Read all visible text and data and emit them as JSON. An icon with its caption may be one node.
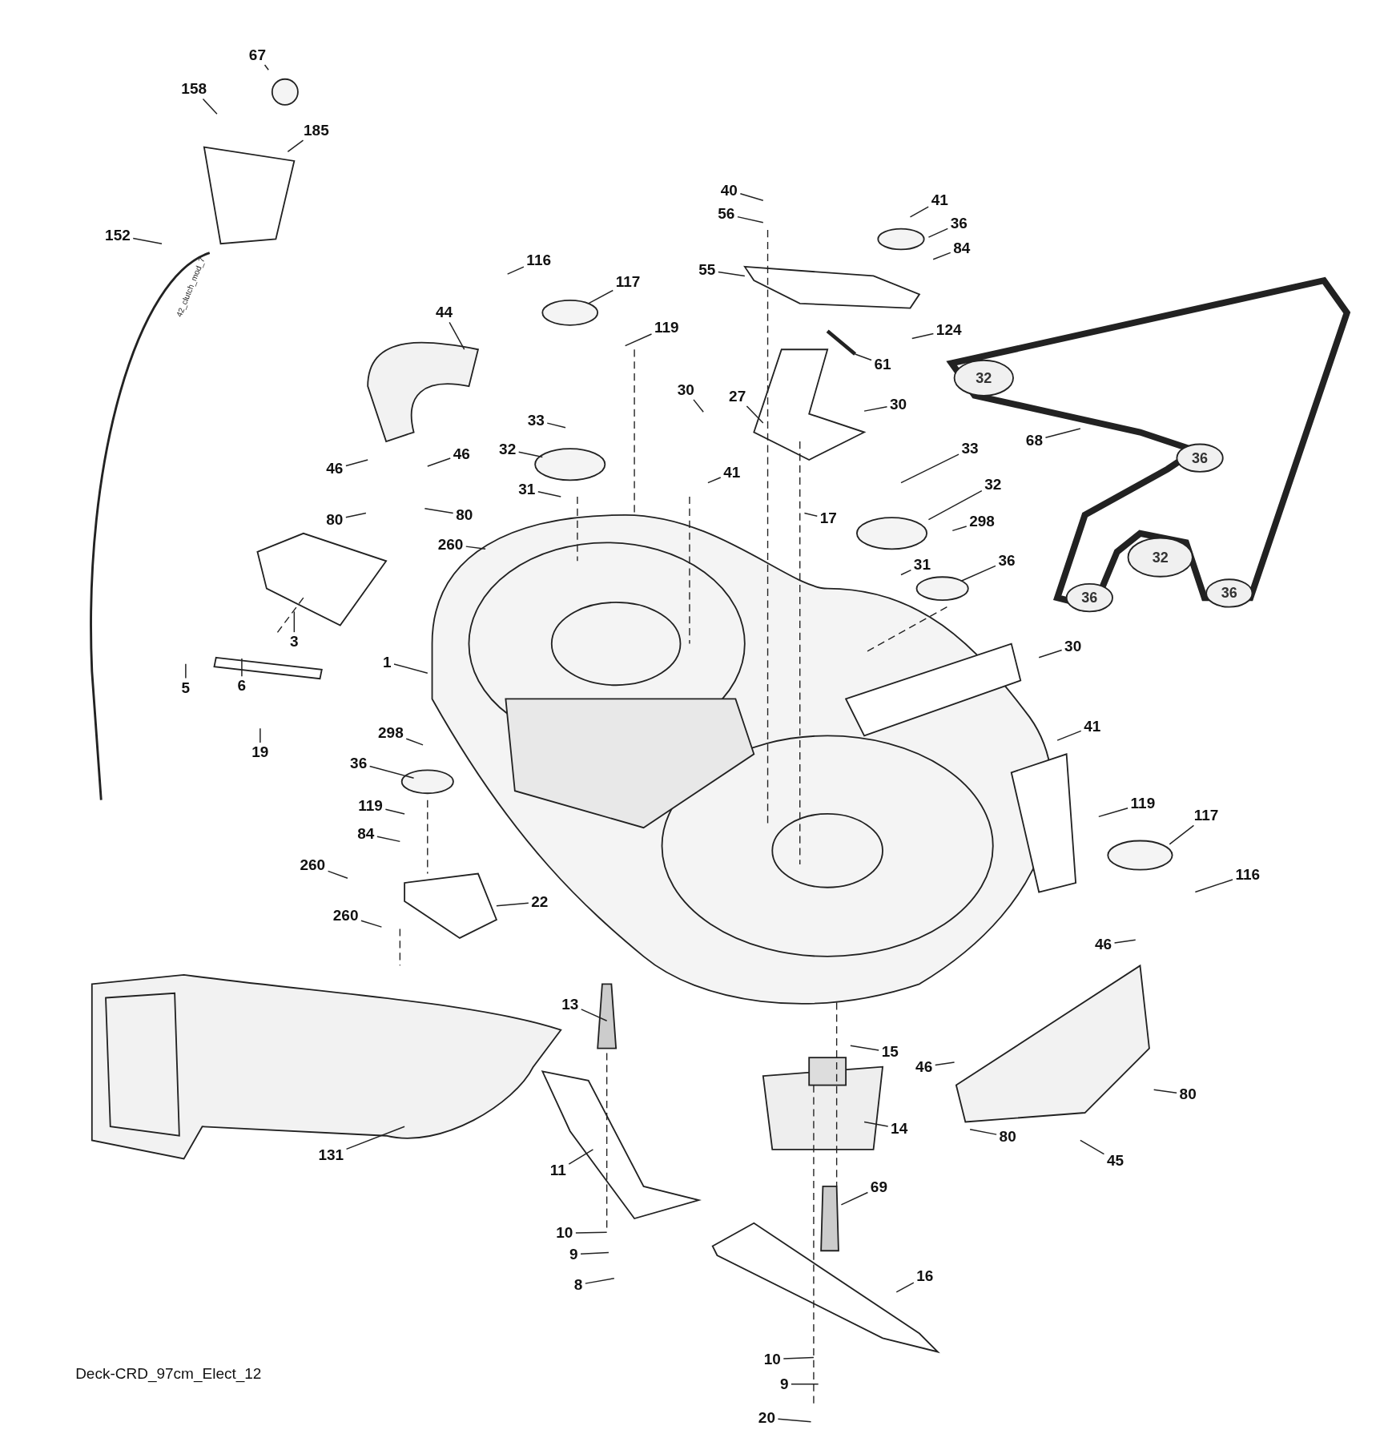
{
  "diagram": {
    "caption": "Deck-CRD_97cm_Elect_12",
    "nodes": [
      {
        "text": [
          "67"
        ]
      },
      {
        "text": [
          "158"
        ]
      },
      {
        "text": [
          "185"
        ]
      },
      {
        "text": [
          "152"
        ]
      },
      {
        "text": [
          "116"
        ]
      },
      {
        "text": [
          "117"
        ]
      },
      {
        "text": [
          "119"
        ]
      },
      {
        "text": [
          "44"
        ]
      },
      {
        "text": [
          "40"
        ]
      },
      {
        "text": [
          "41"
        ]
      },
      {
        "text": [
          "56"
        ]
      },
      {
        "text": [
          "36"
        ]
      },
      {
        "text": [
          "84"
        ]
      },
      {
        "text": [
          "55"
        ]
      },
      {
        "text": [
          "124"
        ]
      },
      {
        "text": [
          "61"
        ]
      },
      {
        "text": [
          "30"
        ]
      },
      {
        "text": [
          "27"
        ]
      },
      {
        "text": [
          "30"
        ]
      },
      {
        "text": [
          "33"
        ]
      },
      {
        "text": [
          "32"
        ]
      },
      {
        "text": [
          "46"
        ]
      },
      {
        "text": [
          "46"
        ]
      },
      {
        "text": [
          "31"
        ]
      },
      {
        "text": [
          "80"
        ]
      },
      {
        "text": [
          "80"
        ]
      },
      {
        "text": [
          "41"
        ]
      },
      {
        "text": [
          "17"
        ]
      },
      {
        "text": [
          "33"
        ]
      },
      {
        "text": [
          "32"
        ]
      },
      {
        "text": [
          "298"
        ]
      },
      {
        "text": [
          "260"
        ]
      },
      {
        "text": [
          "31"
        ]
      },
      {
        "text": [
          "36"
        ]
      },
      {
        "text": [
          "68"
        ]
      },
      {
        "text": [
          "3"
        ]
      },
      {
        "text": [
          "5"
        ]
      },
      {
        "text": [
          "6"
        ]
      },
      {
        "text": [
          "1"
        ]
      },
      {
        "text": [
          "30"
        ]
      },
      {
        "text": [
          "41"
        ]
      },
      {
        "text": [
          "19"
        ]
      },
      {
        "text": [
          "298"
        ]
      },
      {
        "text": [
          "36"
        ]
      },
      {
        "text": [
          "119"
        ]
      },
      {
        "text": [
          "84"
        ]
      },
      {
        "text": [
          "119"
        ]
      },
      {
        "text": [
          "117"
        ]
      },
      {
        "text": [
          "116"
        ]
      },
      {
        "text": [
          "260"
        ]
      },
      {
        "text": [
          "22"
        ]
      },
      {
        "text": [
          "260"
        ]
      },
      {
        "text": [
          "46"
        ]
      },
      {
        "text": [
          "13"
        ]
      },
      {
        "text": [
          "15"
        ]
      },
      {
        "text": [
          "46"
        ]
      },
      {
        "text": [
          "80"
        ]
      },
      {
        "text": [
          "14"
        ]
      },
      {
        "text": [
          "131"
        ]
      },
      {
        "text": [
          "80"
        ]
      },
      {
        "text": [
          "45"
        ]
      },
      {
        "text": [
          "11"
        ]
      },
      {
        "text": [
          "69"
        ]
      },
      {
        "text": [
          "10"
        ]
      },
      {
        "text": [
          "9"
        ]
      },
      {
        "text": [
          "8"
        ]
      },
      {
        "text": [
          "16"
        ]
      },
      {
        "text": [
          "10"
        ]
      },
      {
        "text": [
          "9"
        ]
      },
      {
        "text": [
          "20"
        ]
      }
    ],
    "edges": [
      {
        "from": 0,
        "to": null,
        "arrow": "none"
      },
      {
        "from": 1,
        "to": null,
        "arrow": "none"
      },
      {
        "from": 2,
        "to": null,
        "arrow": "none"
      },
      {
        "from": 3,
        "to": null,
        "arrow": "none"
      },
      {
        "from": 4,
        "to": null,
        "arrow": "none"
      },
      {
        "from": 5,
        "to": null,
        "arrow": "none"
      },
      {
        "from": 6,
        "to": null,
        "arrow": "none"
      },
      {
        "from": 7,
        "to": null,
        "arrow": "none"
      },
      {
        "from": 8,
        "to": null,
        "arrow": "none"
      },
      {
        "from": 9,
        "to": null,
        "arrow": "none"
      },
      {
        "from": 10,
        "to": null,
        "arrow": "none"
      },
      {
        "from": 11,
        "to": null,
        "arrow": "none"
      },
      {
        "from": 12,
        "to": null,
        "arrow": "none"
      },
      {
        "from": 13,
        "to": null,
        "arrow": "none"
      },
      {
        "from": 14,
        "to": null,
        "arrow": "none"
      },
      {
        "from": 15,
        "to": null,
        "arrow": "none"
      },
      {
        "from": 16,
        "to": null,
        "arrow": "none"
      },
      {
        "from": 17,
        "to": null,
        "arrow": "none"
      },
      {
        "from": 18,
        "to": null,
        "arrow": "none"
      },
      {
        "from": 19,
        "to": null,
        "arrow": "none"
      },
      {
        "from": 20,
        "to": null,
        "arrow": "none"
      },
      {
        "from": 21,
        "to": null,
        "arrow": "none"
      },
      {
        "from": 22,
        "to": null,
        "arrow": "none"
      },
      {
        "from": 23,
        "to": null,
        "arrow": "none"
      },
      {
        "from": 24,
        "to": null,
        "arrow": "none"
      },
      {
        "from": 25,
        "to": null,
        "arrow": "none"
      },
      {
        "from": 26,
        "to": null,
        "arrow": "none"
      },
      {
        "from": 27,
        "to": null,
        "arrow": "none"
      },
      {
        "from": 28,
        "to": null,
        "arrow": "none"
      },
      {
        "from": 29,
        "to": null,
        "arrow": "none"
      },
      {
        "from": 30,
        "to": null,
        "arrow": "none"
      },
      {
        "from": 31,
        "to": null,
        "arrow": "none"
      },
      {
        "from": 32,
        "to": null,
        "arrow": "none"
      },
      {
        "from": 33,
        "to": null,
        "arrow": "none"
      },
      {
        "from": 34,
        "to": null,
        "arrow": "none"
      },
      {
        "from": 35,
        "to": null,
        "arrow": "none"
      },
      {
        "from": 36,
        "to": null,
        "arrow": "none"
      },
      {
        "from": 37,
        "to": null,
        "arrow": "none"
      },
      {
        "from": 38,
        "to": null,
        "arrow": "none"
      },
      {
        "from": 39,
        "to": null,
        "arrow": "none"
      },
      {
        "from": 40,
        "to": null,
        "arrow": "none"
      },
      {
        "from": 41,
        "to": null,
        "arrow": "none"
      },
      {
        "from": 42,
        "to": null,
        "arrow": "none"
      },
      {
        "from": 43,
        "to": null,
        "arrow": "none"
      },
      {
        "from": 44,
        "to": null,
        "arrow": "none"
      },
      {
        "from": 45,
        "to": null,
        "arrow": "none"
      },
      {
        "from": 46,
        "to": null,
        "arrow": "none"
      },
      {
        "from": 47,
        "to": null,
        "arrow": "none"
      },
      {
        "from": 48,
        "to": null,
        "arrow": "none"
      },
      {
        "from": 49,
        "to": null,
        "arrow": "none"
      },
      {
        "from": 50,
        "to": null,
        "arrow": "none"
      },
      {
        "from": 51,
        "to": null,
        "arrow": "none"
      },
      {
        "from": 52,
        "to": null,
        "arrow": "none"
      },
      {
        "from": 53,
        "to": null,
        "arrow": "none"
      },
      {
        "from": 54,
        "to": null,
        "arrow": "none"
      },
      {
        "from": 55,
        "to": null,
        "arrow": "none"
      },
      {
        "from": 56,
        "to": null,
        "arrow": "none"
      },
      {
        "from": 57,
        "to": null,
        "arrow": "none"
      },
      {
        "from": 58,
        "to": null,
        "arrow": "none"
      },
      {
        "from": 59,
        "to": null,
        "arrow": "none"
      },
      {
        "from": 60,
        "to": null,
        "arrow": "none"
      },
      {
        "from": 61,
        "to": null,
        "arrow": "none"
      },
      {
        "from": 62,
        "to": null,
        "arrow": "none"
      },
      {
        "from": 63,
        "to": null,
        "arrow": "none"
      },
      {
        "from": 64,
        "to": null,
        "arrow": "none"
      },
      {
        "from": 65,
        "to": null,
        "arrow": "none"
      },
      {
        "from": 66,
        "to": null,
        "arrow": "none"
      },
      {
        "from": 67,
        "to": null,
        "arrow": "none"
      },
      {
        "from": 68,
        "to": null,
        "arrow": "none"
      },
      {
        "from": 69,
        "to": null,
        "arrow": "none"
      }
    ],
    "labels": [
      "42_clutch_mod_7",
      "32",
      "36",
      "32",
      "36",
      "36"
    ]
  }
}
